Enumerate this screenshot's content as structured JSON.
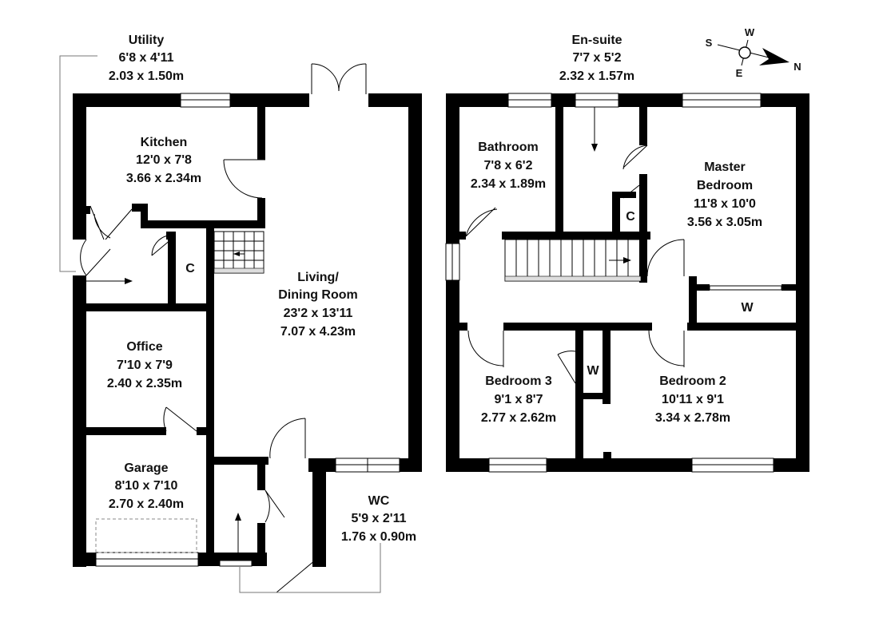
{
  "rooms": {
    "utility": {
      "name": "Utility",
      "imperial": "6'8 x 4'11",
      "metric": "2.03 x 1.50m"
    },
    "kitchen": {
      "name": "Kitchen",
      "imperial": "12'0 x 7'8",
      "metric": "3.66 x 2.34m"
    },
    "living": {
      "name1": "Living/",
      "name2": "Dining Room",
      "imperial": "23'2 x 13'11",
      "metric": "7.07 x 4.23m"
    },
    "office": {
      "name": "Office",
      "imperial": "7'10 x 7'9",
      "metric": "2.40 x 2.35m"
    },
    "garage": {
      "name": "Garage",
      "imperial": "8'10 x 7'10",
      "metric": "2.70 x 2.40m"
    },
    "wc": {
      "name": "WC",
      "imperial": "5'9 x 2'11",
      "metric": "1.76 x 0.90m"
    },
    "ensuite": {
      "name": "En-suite",
      "imperial": "7'7 x 5'2",
      "metric": "2.32 x 1.57m"
    },
    "bathroom": {
      "name": "Bathroom",
      "imperial": "7'8 x 6'2",
      "metric": "2.34 x 1.89m"
    },
    "master": {
      "name1": "Master",
      "name2": "Bedroom",
      "imperial": "11'8 x 10'0",
      "metric": "3.56 x 3.05m"
    },
    "bedroom3": {
      "name": "Bedroom 3",
      "imperial": "9'1 x 8'7",
      "metric": "2.77 x 2.62m"
    },
    "bedroom2": {
      "name": "Bedroom 2",
      "imperial": "10'11 x 9'1",
      "metric": "3.34 x 2.78m"
    }
  },
  "cupboards": {
    "ground_c": "C",
    "upper_c": "C",
    "master_w": "W",
    "bed3_w": "W"
  },
  "compass": {
    "s": "S",
    "w": "W",
    "e": "E",
    "n": "N"
  }
}
